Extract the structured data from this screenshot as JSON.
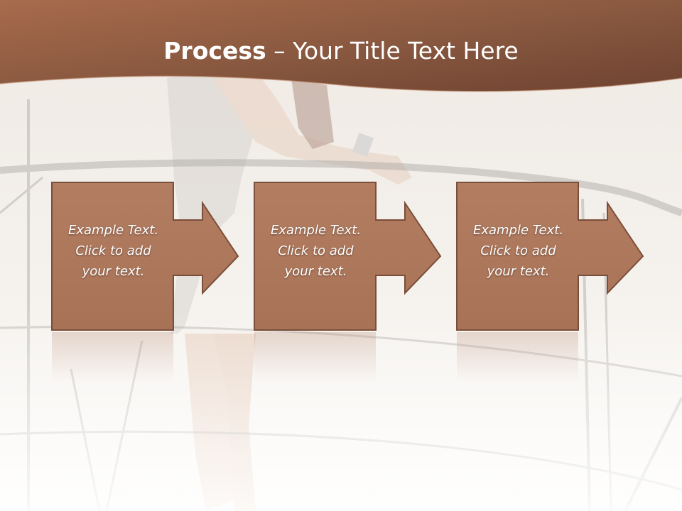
{
  "title": {
    "bold": "Process",
    "rest": " – Your Title Text Here"
  },
  "steps": [
    {
      "line1": "Example Text.",
      "line2": "Click  to add",
      "line3": "your text."
    },
    {
      "line1": "Example Text.",
      "line2": "Click  to add",
      "line3": "your text."
    },
    {
      "line1": "Example Text.",
      "line2": "Click  to add",
      "line3": "your text."
    }
  ],
  "colors": {
    "header": "#9c654a",
    "box": "#b07a5e",
    "boxBorder": "#7a4e3a"
  }
}
